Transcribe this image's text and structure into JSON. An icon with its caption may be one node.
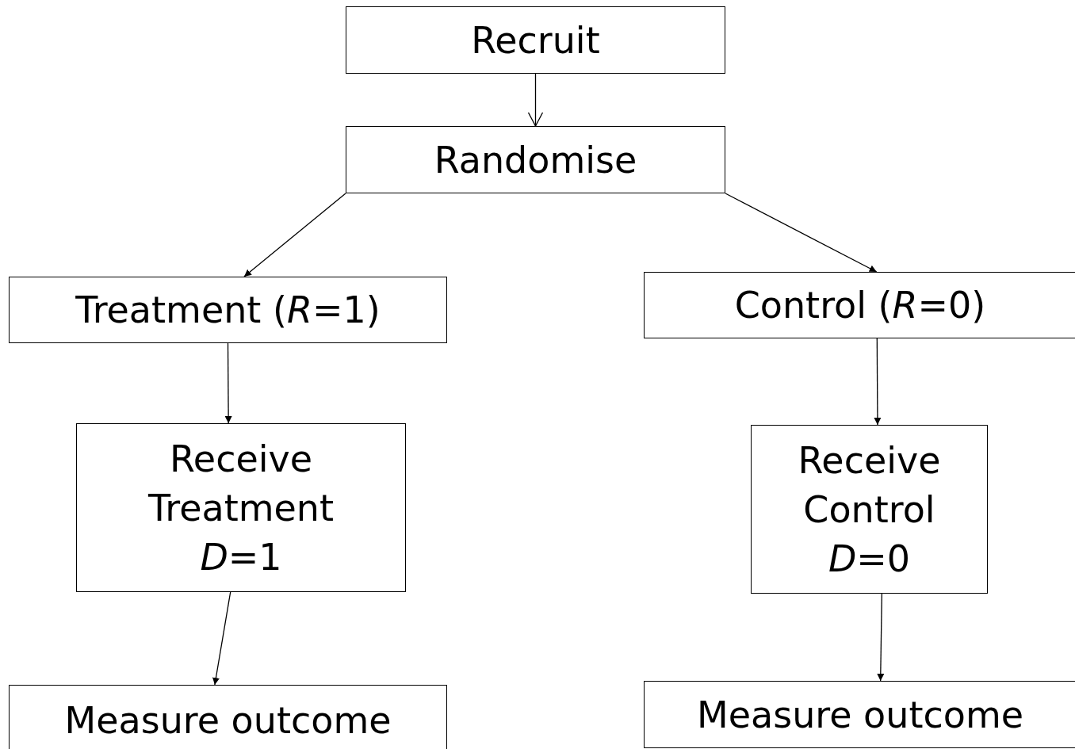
{
  "diagram": {
    "nodes": [
      {
        "text": [
          "Recruit"
        ]
      },
      {
        "text": [
          "Randomise"
        ]
      },
      {
        "text": [
          "Treatment (*R*=1)"
        ]
      },
      {
        "text": [
          "Control (*R*=0)"
        ]
      },
      {
        "text": [
          "Receive Treatment *D*=1"
        ]
      },
      {
        "text": [
          "Receive Control *D*=0"
        ]
      },
      {
        "text": [
          "Measure outcome"
        ]
      },
      {
        "text": [
          "Measure outcome"
        ]
      }
    ],
    "edges": [
      {
        "from": 0,
        "to": 1,
        "arrow": "to"
      },
      {
        "from": 1,
        "to": 2,
        "arrow": "to"
      },
      {
        "from": 1,
        "to": 3,
        "arrow": "to"
      },
      {
        "from": 2,
        "to": 4,
        "arrow": "to"
      },
      {
        "from": 3,
        "to": 5,
        "arrow": "to"
      },
      {
        "from": 4,
        "to": 6,
        "arrow": "to"
      },
      {
        "from": 5,
        "to": 7,
        "arrow": "to"
      }
    ]
  }
}
